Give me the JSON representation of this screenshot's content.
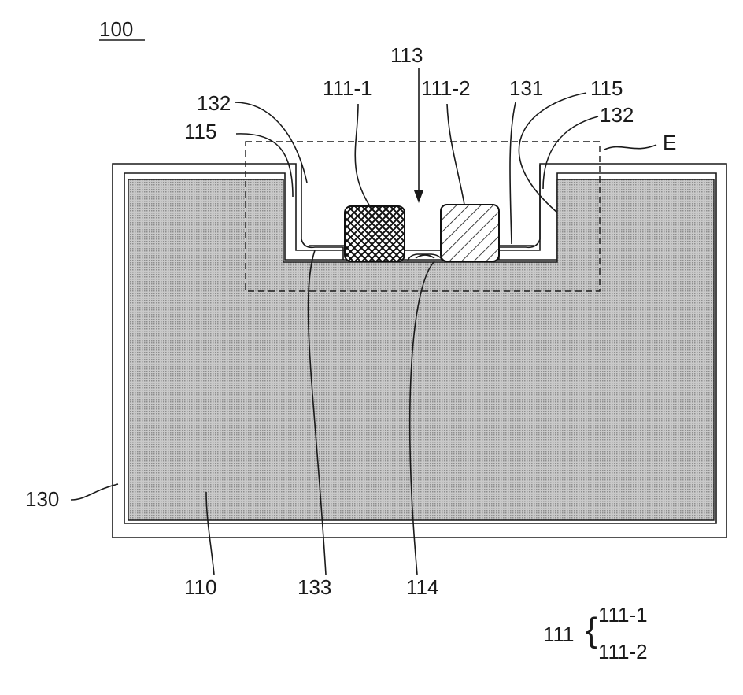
{
  "figure_number": "100",
  "labels": {
    "l113": "113",
    "l111_1": "111-1",
    "l111_2": "111-2",
    "l131": "131",
    "l115_right": "115",
    "l132_right": "132",
    "l132_left": "132",
    "l115_left": "115",
    "lE": "E",
    "l130": "130",
    "l110": "110",
    "l133": "133",
    "l114": "114"
  },
  "legend": {
    "group": "111",
    "brace": "{",
    "item1": "111-1",
    "item2": "111-2"
  },
  "colors": {
    "substrate_fill": "#b8b8b8",
    "line": "#1a1a1a",
    "background": "#ffffff"
  }
}
